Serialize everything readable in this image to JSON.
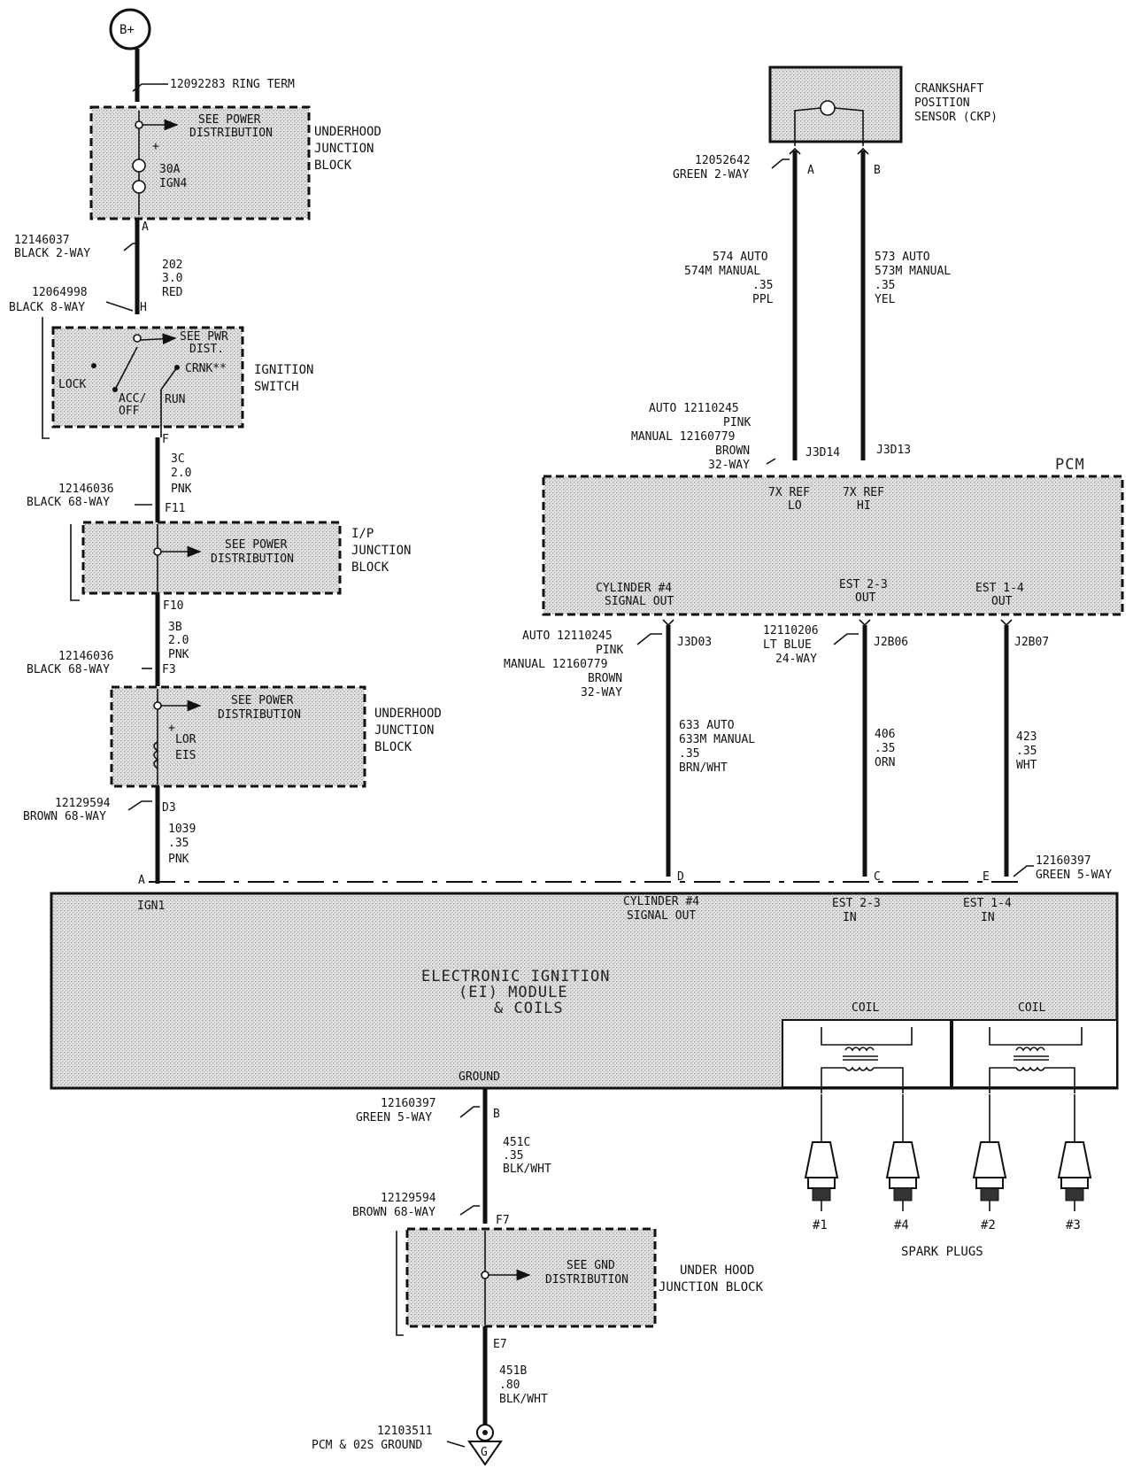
{
  "battery": {
    "label": "B+"
  },
  "ring_term": "12092283 RING TERM",
  "underhood_top": {
    "see": [
      "SEE POWER",
      "DISTRIBUTION"
    ],
    "fuse": [
      "30A",
      "IGN4"
    ],
    "title": [
      "UNDERHOOD",
      "JUNCTION",
      "BLOCK"
    ],
    "pin": "A"
  },
  "conn1": {
    "part": "12146037",
    "desc": "BLACK 2-WAY"
  },
  "wire202": {
    "num": "202",
    "gauge": "3.0",
    "color": "RED"
  },
  "conn2": {
    "part": "12064998",
    "desc": "BLACK 8-WAY",
    "pin": "H"
  },
  "ign_switch": {
    "see": [
      "SEE PWR",
      "DIST."
    ],
    "lock": "LOCK",
    "acc": [
      "ACC/",
      "OFF"
    ],
    "run": "RUN",
    "crnk": "CRNK**",
    "title": [
      "IGNITION",
      "SWITCH"
    ],
    "pin": "F"
  },
  "wire3c": {
    "num": "3C",
    "gauge": "2.0",
    "color": "PNK"
  },
  "conn3": {
    "part": "12146036",
    "desc": "BLACK 68-WAY",
    "pin": "F11"
  },
  "ip_block": {
    "see": [
      "SEE POWER",
      "DISTRIBUTION"
    ],
    "title": [
      "I/P",
      "JUNCTION",
      "BLOCK"
    ],
    "pin": "F10"
  },
  "wire3b": {
    "num": "3B",
    "gauge": "2.0",
    "color": "PNK"
  },
  "conn4": {
    "part": "12146036",
    "desc": "BLACK 68-WAY",
    "pin": "F3"
  },
  "underhood_mid": {
    "see": [
      "SEE POWER",
      "DISTRIBUTION"
    ],
    "fuse": [
      "LOR",
      "EIS"
    ],
    "title": [
      "UNDERHOOD",
      "JUNCTION",
      "BLOCK"
    ]
  },
  "conn5": {
    "part": "12129594",
    "desc": "BROWN 68-WAY",
    "pin": "D3"
  },
  "wire1039": {
    "num": "1039",
    "gauge": ".35",
    "color": "PNK"
  },
  "ckp": {
    "title": [
      "CRANKSHAFT",
      "POSITION",
      "SENSOR (CKP)"
    ],
    "pin_a": "A",
    "pin_b": "B"
  },
  "ckp_conn": {
    "part": "12052642",
    "desc": "GREEN 2-WAY"
  },
  "wire574": {
    "lines": [
      "574 AUTO",
      "574M MANUAL",
      ".35",
      "PPL"
    ]
  },
  "wire573": {
    "lines": [
      "573 AUTO",
      "573M MANUAL",
      ".35",
      "YEL"
    ]
  },
  "pcm_top_conn": {
    "lines": [
      "AUTO 12110245",
      "PINK",
      "MANUAL 12160779",
      "BROWN",
      "32-WAY"
    ],
    "pin_lo": "J3D14",
    "pin_hi": "J3D13"
  },
  "pcm": {
    "title": "PCM",
    "ref_lo": [
      "7X REF",
      "LO"
    ],
    "ref_hi": [
      "7X REF",
      "HI"
    ],
    "cyl": [
      "CYLINDER #4",
      "SIGNAL OUT"
    ],
    "est23": [
      "EST 2-3",
      "OUT"
    ],
    "est14": [
      "EST 1-4",
      "OUT"
    ]
  },
  "pcm_bot_conn1": {
    "lines": [
      "AUTO 12110245",
      "PINK",
      "MANUAL 12160779",
      "BROWN",
      "32-WAY"
    ],
    "pin": "J3D03"
  },
  "pcm_bot_conn2": {
    "lines": [
      "12110206",
      "LT BLUE",
      "24-WAY"
    ],
    "pin": "J2B06"
  },
  "pcm_bot_conn3": {
    "pin": "J2B07"
  },
  "wire633": {
    "lines": [
      "633 AUTO",
      "633M MANUAL",
      ".35",
      "BRN/WHT"
    ]
  },
  "wire406": {
    "lines": [
      "406",
      ".35",
      "ORN"
    ]
  },
  "wire423": {
    "lines": [
      "423",
      ".35",
      "WHT"
    ]
  },
  "ei_conn": {
    "part": "12160397",
    "desc": "GREEN 5-WAY",
    "pin_a": "A",
    "pin_d": "D",
    "pin_c": "C",
    "pin_e": "E"
  },
  "ei_module": {
    "ign": "IGN1",
    "cyl": [
      "CYLINDER #4",
      "SIGNAL OUT"
    ],
    "est23": [
      "EST 2-3",
      "IN"
    ],
    "est14": [
      "EST 1-4",
      "IN"
    ],
    "title": [
      "ELECTRONIC IGNITION",
      "(EI) MODULE",
      "& COILS"
    ],
    "coil1": "COIL",
    "coil2": "COIL",
    "ground": "GROUND"
  },
  "ground_conn": {
    "part": "12160397",
    "desc": "GREEN 5-WAY",
    "pin": "B"
  },
  "wire451c": {
    "num": "451C",
    "gauge": ".35",
    "color": "BLK/WHT"
  },
  "conn6": {
    "part": "12129594",
    "desc": "BROWN 68-WAY",
    "pin": "F7"
  },
  "underhood_gnd": {
    "see": [
      "SEE GND",
      "DISTRIBUTION"
    ],
    "title": [
      "UNDER HOOD",
      "JUNCTION BLOCK"
    ],
    "pin": "E7"
  },
  "wire451b": {
    "num": "451B",
    "gauge": ".80",
    "color": "BLK/WHT"
  },
  "ground_term": {
    "part": "12103511",
    "desc": "PCM & 02S GROUND",
    "symbol": "G"
  },
  "spark_plugs": {
    "labels": [
      "#1",
      "#4",
      "#2",
      "#3"
    ],
    "title": "SPARK PLUGS"
  }
}
